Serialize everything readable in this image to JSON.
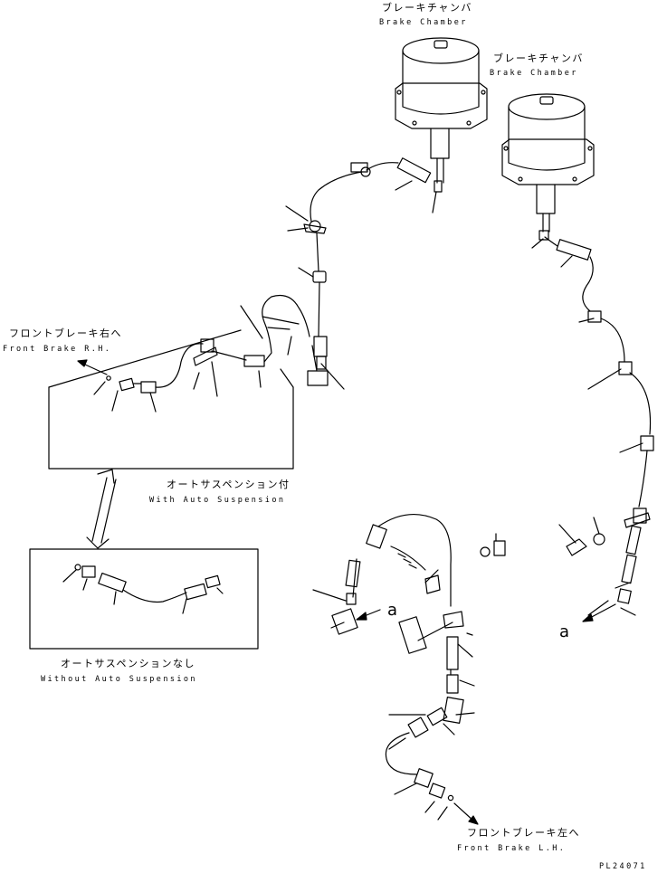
{
  "labels": {
    "brake_chamber_1_jp": "ブレーキチャンバ",
    "brake_chamber_1_en": "Brake Chamber",
    "brake_chamber_2_jp": "ブレーキチャンバ",
    "brake_chamber_2_en": "Brake Chamber",
    "front_brake_rh_jp": "フロントブレーキ右へ",
    "front_brake_rh_en": "Front Brake R.H.",
    "with_auto_susp_jp": "オートサスペンション付",
    "with_auto_susp_en": "With Auto Suspension",
    "without_auto_susp_jp": "オートサスペンションなし",
    "without_auto_susp_en": "Without Auto Suspension",
    "front_brake_lh_jp": "フロントブレーキ左へ",
    "front_brake_lh_en": "Front Brake L.H.",
    "ref_a_left": "a",
    "ref_a_right": "a",
    "drawing_number": "PL24071"
  },
  "style": {
    "line_color": "#000000",
    "background": "#ffffff"
  }
}
